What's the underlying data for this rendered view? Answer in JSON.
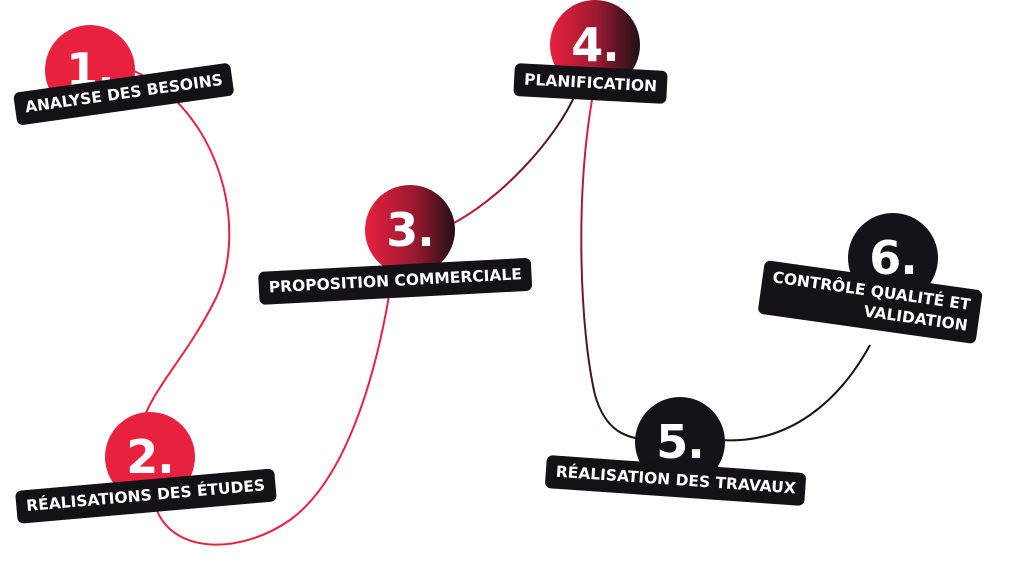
{
  "colors": {
    "red": "#e8213f",
    "dark": "#15131a",
    "label_bg": "#141216",
    "text": "#ffffff"
  },
  "steps": [
    {
      "number": "1.",
      "label": [
        "ANALYSE DES BESOINS"
      ]
    },
    {
      "number": "2.",
      "label": [
        "RÉALISATIONS DES ÉTUDES"
      ]
    },
    {
      "number": "3.",
      "label": [
        "PROPOSITION COMMERCIALE"
      ]
    },
    {
      "number": "4.",
      "label": [
        "PLANIFICATION"
      ]
    },
    {
      "number": "5.",
      "label": [
        "RÉALISATION DES TRAVAUX"
      ]
    },
    {
      "number": "6.",
      "label": [
        "CONTRÔLE QUALITÉ ET",
        "VALIDATION"
      ]
    }
  ]
}
